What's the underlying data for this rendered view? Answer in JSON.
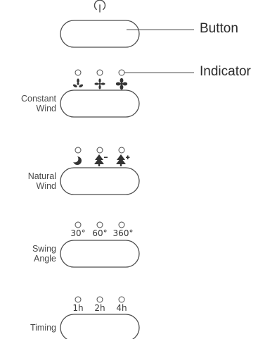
{
  "callouts": {
    "button": "Button",
    "indicator": "Indicator"
  },
  "icons": {
    "power": "power-icon"
  },
  "groups": [
    {
      "id": "constant-wind",
      "label_lines": [
        "Constant",
        "Wind"
      ],
      "indicators": [
        {
          "icon": "fan-low-icon"
        },
        {
          "icon": "fan-medium-icon"
        },
        {
          "icon": "fan-high-icon"
        }
      ]
    },
    {
      "id": "natural-wind",
      "label_lines": [
        "Natural",
        "Wind"
      ],
      "indicators": [
        {
          "icon": "moon-sleep-icon"
        },
        {
          "icon": "tree-minus-icon"
        },
        {
          "icon": "tree-plus-icon"
        }
      ]
    },
    {
      "id": "swing-angle",
      "label_lines": [
        "Swing",
        "Angle"
      ],
      "indicators": [
        {
          "text": "30°"
        },
        {
          "text": "60°"
        },
        {
          "text": "360°"
        }
      ]
    },
    {
      "id": "timing",
      "label_lines": [
        "Timing"
      ],
      "indicators": [
        {
          "text": "1h"
        },
        {
          "text": "2h"
        },
        {
          "text": "4h"
        }
      ]
    }
  ],
  "colors": {
    "stroke": "#4d4d4d",
    "text": "#2b2b2b"
  }
}
